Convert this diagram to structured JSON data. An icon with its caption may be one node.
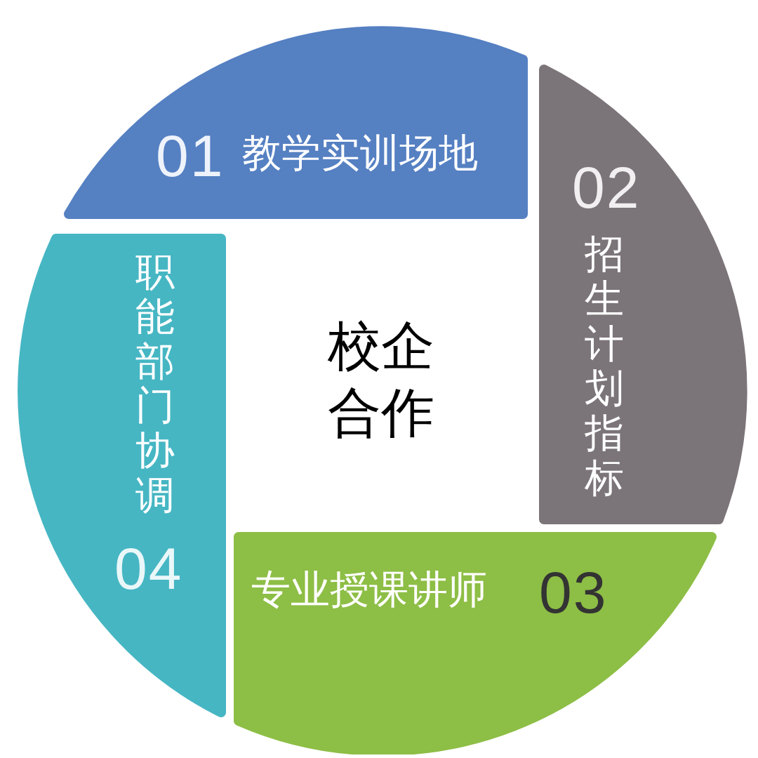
{
  "diagram": {
    "nodes": [
      {
        "text": [
          "01",
          "教学实训场地"
        ]
      },
      {
        "text": [
          "02",
          "招生计划指标"
        ]
      },
      {
        "text": [
          "专业授课讲师",
          "03"
        ]
      },
      {
        "text": [
          "职能部门协调",
          "04"
        ]
      },
      {
        "text": [
          "校企合作"
        ]
      }
    ]
  }
}
